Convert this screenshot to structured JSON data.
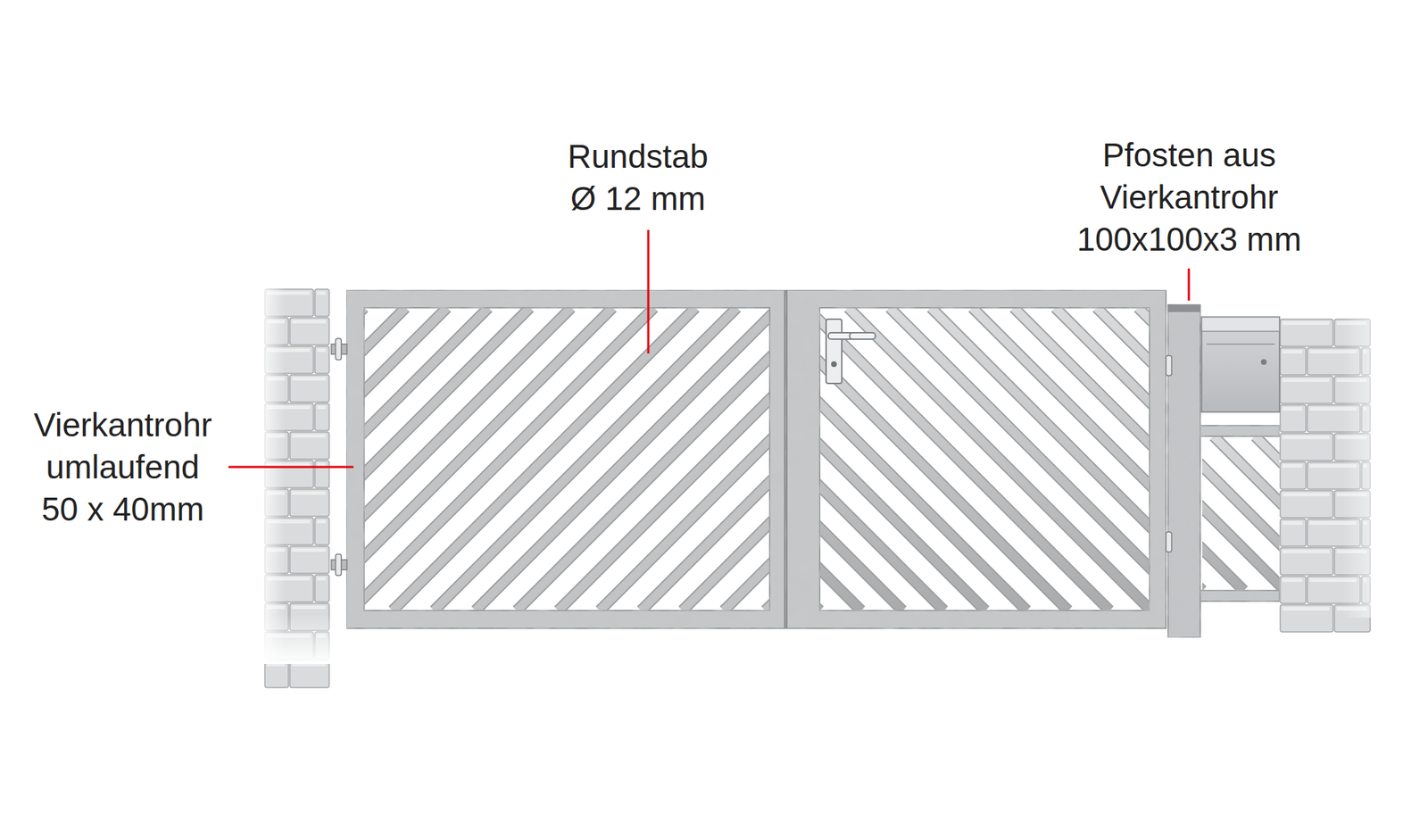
{
  "diagram": {
    "labels": [
      "Rundstab Ø 12 mm",
      "Pfosten aus Vierkantrohr 100x100x3 mm",
      "Vierkantrohr umlaufend 50 x 40mm"
    ]
  }
}
